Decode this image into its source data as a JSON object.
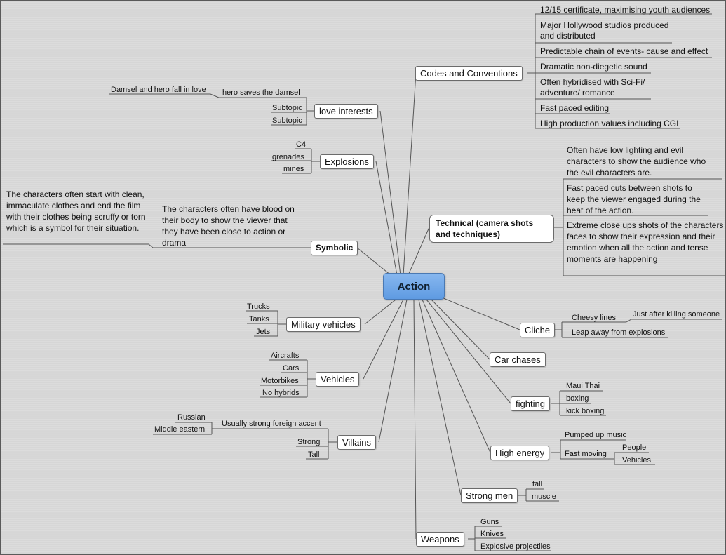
{
  "central": "Action",
  "codes_conventions": {
    "label": "Codes and Conventions",
    "items": [
      "12/15 certificate, maximising youth audiences",
      "Major Hollywood studios produced and distributed",
      "Predictable chain of events- cause and effect",
      "Dramatic non-diegetic sound",
      "Often hybridised with Sci-Fi/ adventure/ romance",
      "Fast paced editing",
      "High production values including CGI"
    ]
  },
  "love_interests": {
    "label": "love interests",
    "hero": "hero saves the damsel",
    "damsel": "Damsel and hero fall in love",
    "subtopic1": "Subtopic",
    "subtopic2": "Subtopic"
  },
  "explosions": {
    "label": "Explosions",
    "items": [
      "C4",
      "grenades",
      "mines"
    ]
  },
  "symbolic": {
    "label": "Symbolic",
    "blood": "The characters often have blood on their body to show the viewer that they have been close to action or drama",
    "clothes": "The characters often start with clean, immaculate clothes and end the film with their clothes being scruffy or torn which is a symbol for their situation."
  },
  "technical": {
    "label": "Technical (camera shots and techniques)",
    "items": [
      "Often have low lighting and evil characters to show the audience who the evil characters are.",
      "Fast paced cuts between shots to keep the viewer engaged during the heat of the action.",
      "Extreme close ups shots of the characters faces to show their expression and their emotion when all the action and tense moments are happening"
    ]
  },
  "military_vehicles": {
    "label": "Military vehicles",
    "items": [
      "Trucks",
      "Tanks",
      "Jets"
    ]
  },
  "vehicles": {
    "label": "Vehicles",
    "items": [
      "Aircrafts",
      "Cars",
      "Motorbikes",
      "No hybrids"
    ]
  },
  "villains": {
    "label": "Villains",
    "accent": "Usually strong foreign accent",
    "accent_items": [
      "Russian",
      "Middle eastern"
    ],
    "items": [
      "Strong",
      "Tall"
    ]
  },
  "cliche": {
    "label": "Cliche",
    "cheesy": "Cheesy lines",
    "after": "Just after killing someone",
    "leap": "Leap away from explosions"
  },
  "car_chases": {
    "label": "Car chases"
  },
  "fighting": {
    "label": "fighting",
    "items": [
      "Maui Thai",
      "boxing",
      "kick boxing"
    ]
  },
  "high_energy": {
    "label": "High energy",
    "music": "Pumped up music",
    "fast": "Fast moving",
    "fast_items": [
      "People",
      "Vehicles"
    ]
  },
  "strong_men": {
    "label": "Strong men",
    "items": [
      "tall",
      "muscle"
    ]
  },
  "weapons": {
    "label": "Weapons",
    "items": [
      "Guns",
      "Knives",
      "Explosive projectiles"
    ]
  },
  "colors": {
    "central_fill": "#6fa8e8",
    "line": "#555555",
    "node_fill": "#ffffff"
  }
}
